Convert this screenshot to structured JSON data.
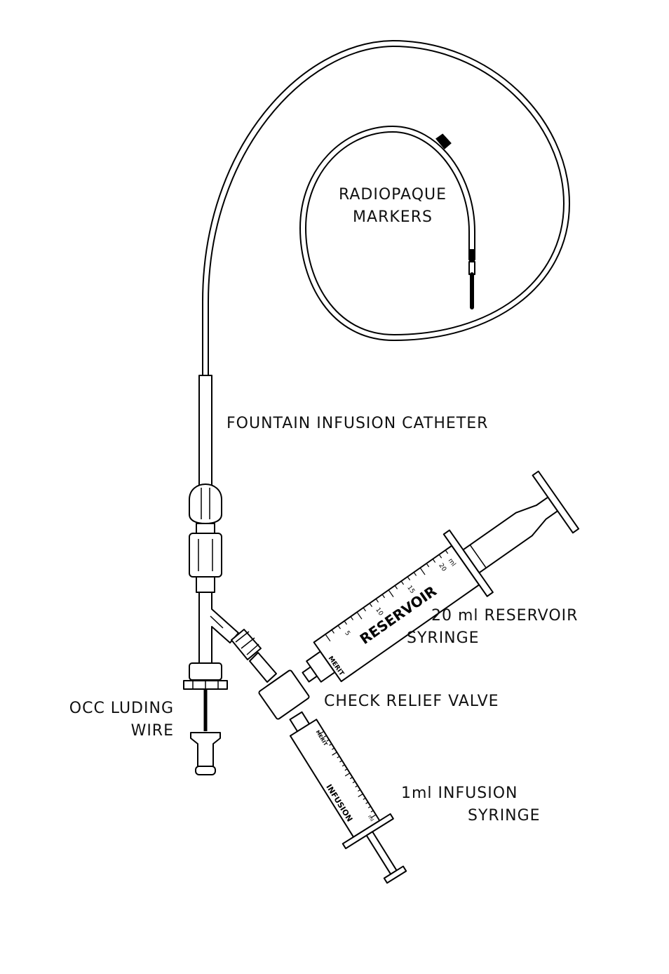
{
  "labels": {
    "radiopaque": [
      "RADIOPAQUE",
      "MARKERS"
    ],
    "catheter": "FOUNTAIN INFUSION CATHETER",
    "reservoir": [
      "20 ml RESERVOIR",
      "SYRINGE"
    ],
    "valve": "CHECK RELIEF VALVE",
    "occluding": [
      "OCC LUDING",
      "WIRE"
    ],
    "infusion": [
      "1ml  INFUSION",
      "SYRINGE"
    ]
  },
  "reservoir_syringe": {
    "brand": "MERIT",
    "barrel_text": "RESERVOIR",
    "scale": [
      "5",
      "10",
      "15",
      "20"
    ],
    "unit": "ml"
  },
  "infusion_syringe": {
    "brand": "MERIT",
    "barrel_text": "INFUSION",
    "unit": "ml"
  }
}
